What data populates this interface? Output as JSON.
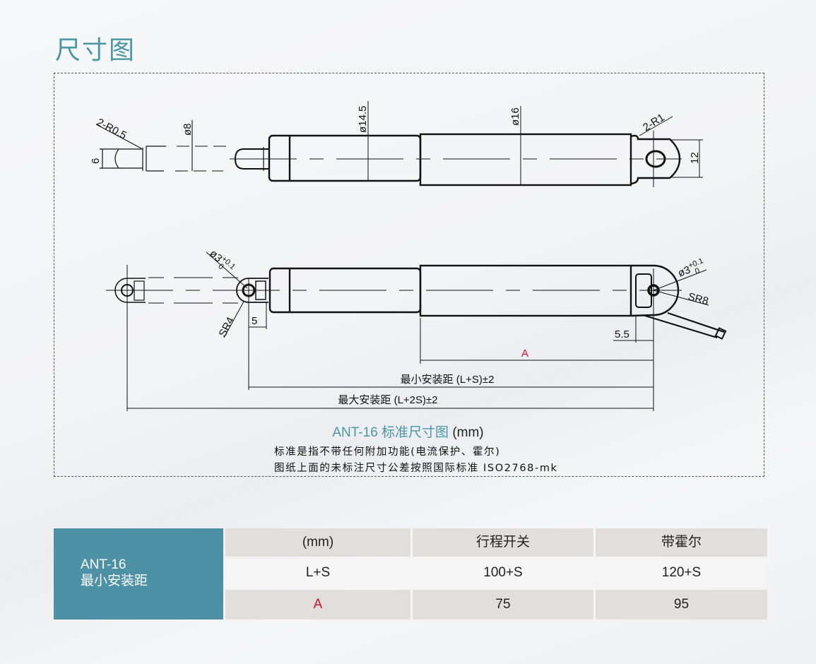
{
  "page_title": "尺寸图",
  "drawing": {
    "top_view": {
      "detail_radius": "2-R0.5",
      "detail_width": "6",
      "rod_diameter": "ø8",
      "inner_tube_diameter": "ø14.5",
      "outer_tube_diameter": "ø16",
      "end_radius": "2-R1",
      "tab_height": "12"
    },
    "side_view": {
      "rod_hole_main": "ø3",
      "rod_hole_tol_upper": "+0.1",
      "rod_hole_tol_lower": "0",
      "rod_end_radius": "SR4",
      "rod_offset": "5",
      "rear_hole_main": "ø3",
      "rear_hole_tol_upper": "+0.1",
      "rear_hole_tol_lower": "0",
      "rear_end_radius": "SR8",
      "rear_offset": "5.5",
      "dim_a": "A",
      "min_install": "最小安装距 (L+S)±2",
      "max_install": "最大安装距 (L+2S)±2"
    },
    "colors": {
      "accent": "#4a97a8",
      "dim_a": "#d0102a"
    }
  },
  "caption": {
    "title": "ANT-16 标准尺寸图",
    "unit": "(mm)",
    "note1": "标准是指不带任何附加功能(电流保护、霍尔)",
    "note2": "图纸上面的未标注尺寸公差按照国际标准 ISO2768-mk"
  },
  "table": {
    "row_header_line1": "ANT-16",
    "row_header_line2": "最小安装距",
    "columns": [
      "(mm)",
      "行程开关",
      "带霍尔"
    ],
    "rows": [
      [
        "L+S",
        "100+S",
        "120+S"
      ],
      [
        "A",
        "75",
        "95"
      ]
    ],
    "colors": {
      "header_bg": "#4d91a6",
      "cell_gray": "#e1dedb",
      "highlight": "#d0102a"
    }
  }
}
